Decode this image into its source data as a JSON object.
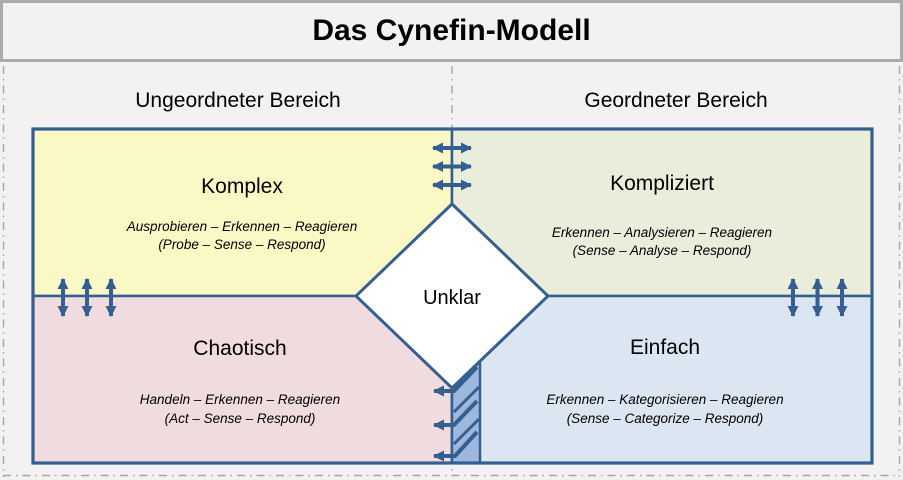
{
  "title": "Das Cynefin-Modell",
  "regions": {
    "left_label": "Ungeordneter Bereich",
    "right_label": "Geordneter Bereich"
  },
  "quadrants": {
    "komplex": {
      "name": "Komplex",
      "approach_de": "Ausprobieren – Erkennen – Reagieren",
      "approach_en": "(Probe – Sense – Respond)",
      "color": "#FAF9C6"
    },
    "kompliziert": {
      "name": "Kompliziert",
      "approach_de": "Erkennen – Analysieren – Reagieren",
      "approach_en": "(Sense – Analyse – Respond)",
      "color": "#E9EDDA"
    },
    "chaotisch": {
      "name": "Chaotisch",
      "approach_de": "Handeln – Erkennen – Reagieren",
      "approach_en": "(Act – Sense – Respond)",
      "color": "#F0DBDE"
    },
    "einfach": {
      "name": "Einfach",
      "approach_de": "Erkennen – Kategorisieren – Reagieren",
      "approach_en": "(Sense – Categorize – Respond)",
      "color": "#DCE6F2"
    }
  },
  "center": {
    "label": "Unklar"
  },
  "colors": {
    "line_blue": "#365F91",
    "cliff_fill": "#9DB8DC",
    "diamond_fill": "#FFFFFF",
    "guide_gray": "#A6A6A6",
    "region_label_gray": "#7F7F7F",
    "panel_fill": "#F2F2F2",
    "panel_border": "#ABABAB"
  }
}
